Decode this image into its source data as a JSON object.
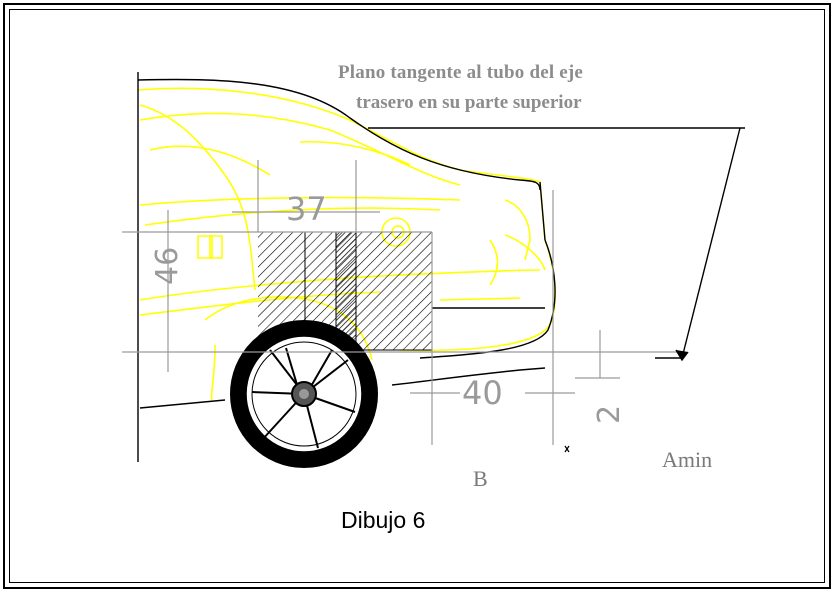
{
  "annotation": {
    "line1": "Plano tangente al tubo del eje",
    "line2": "trasero en su parte superior"
  },
  "dimensions": {
    "top": "37",
    "left": "46",
    "bottom": "40",
    "right": "2"
  },
  "labels": {
    "b": "B",
    "amin": "Amin"
  },
  "caption": "Dibujo 6",
  "colors": {
    "car_outline": "#ffff00",
    "dim_lines": "#9a9a9a",
    "tire": "#000000",
    "hatch": "#000000"
  }
}
